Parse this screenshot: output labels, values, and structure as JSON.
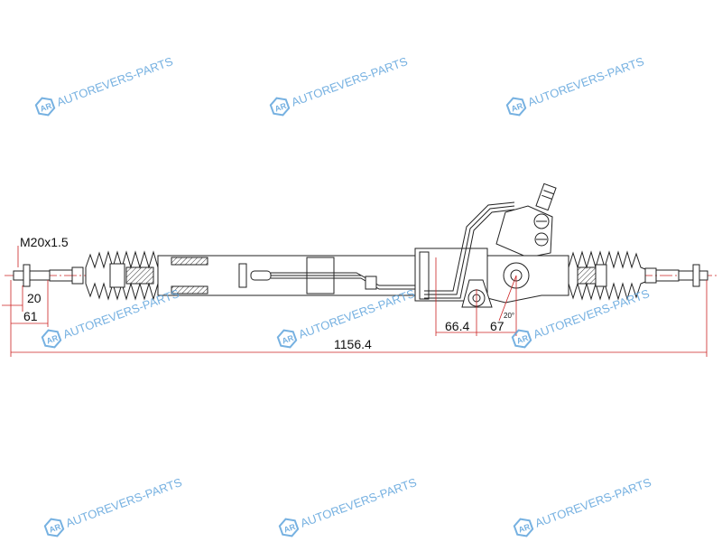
{
  "drawing": {
    "title": "Steering rack",
    "labels": {
      "thread": "M20x1.5",
      "dim_20": "20",
      "dim_61": "61",
      "dim_total": "1156.4",
      "dim_66_4": "66.4",
      "dim_67": "67",
      "angle": "20°"
    }
  },
  "watermark": {
    "logo": "AR",
    "text": "AUTOREVERS-PARTS",
    "color": "#5ea3dc"
  },
  "colors": {
    "line": "#222222",
    "dimension": "#cc2222"
  }
}
